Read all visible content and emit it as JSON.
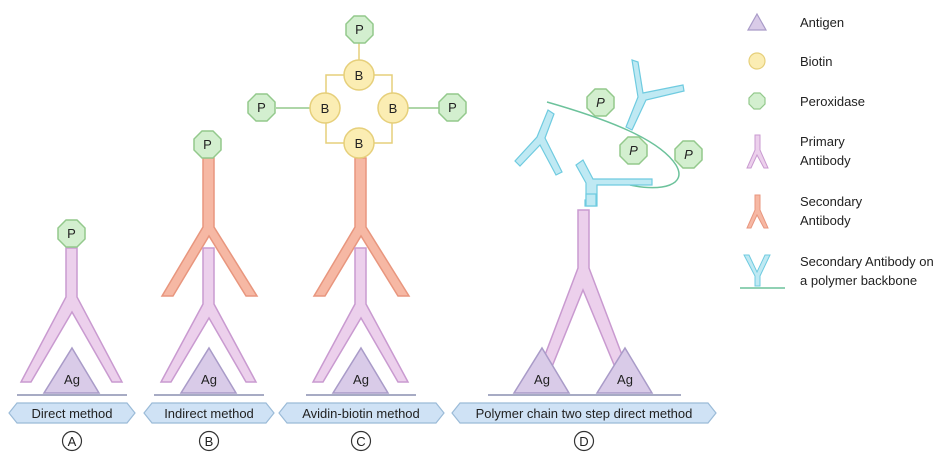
{
  "labels": {
    "ag": "Ag",
    "peroxidase": "P",
    "biotin": "B"
  },
  "methods": [
    {
      "title": "Direct method",
      "letter": "A"
    },
    {
      "title": "Indirect method",
      "letter": "B"
    },
    {
      "title": "Avidin-biotin method",
      "letter": "C"
    },
    {
      "title": "Polymer chain two step direct method",
      "letter": "D"
    }
  ],
  "legend": [
    {
      "icon": "antigen-icon",
      "lines": [
        "Antigen"
      ]
    },
    {
      "icon": "biotin-icon",
      "lines": [
        "Biotin"
      ]
    },
    {
      "icon": "peroxidase-icon",
      "lines": [
        "Peroxidase"
      ]
    },
    {
      "icon": "primary-antibody-icon",
      "lines": [
        "Primary",
        "Antibody"
      ]
    },
    {
      "icon": "secondary-antibody-icon",
      "lines": [
        "Secondary",
        "Antibody"
      ]
    },
    {
      "icon": "polymer-antibody-icon",
      "lines": [
        "Secondary Antibody on",
        "a polymer backbone"
      ]
    }
  ],
  "colors": {
    "antigen_fill": "#d9cbe8",
    "antigen_stroke": "#a99bc8",
    "primary_fill": "#ecd0ec",
    "primary_stroke": "#c99ad0",
    "secondary_fill": "#f6b8a4",
    "secondary_stroke": "#e8967e",
    "polymer_fill": "#bfe9f3",
    "polymer_stroke": "#6fcbe0",
    "backbone": "#6cc29b",
    "biotin_fill": "#fbedb3",
    "biotin_stroke": "#e6cf7a",
    "peroxidase_fill": "#d3efcf",
    "peroxidase_stroke": "#93c98c",
    "label_fill": "#cfe2f5",
    "label_stroke": "#9bbbd8"
  }
}
